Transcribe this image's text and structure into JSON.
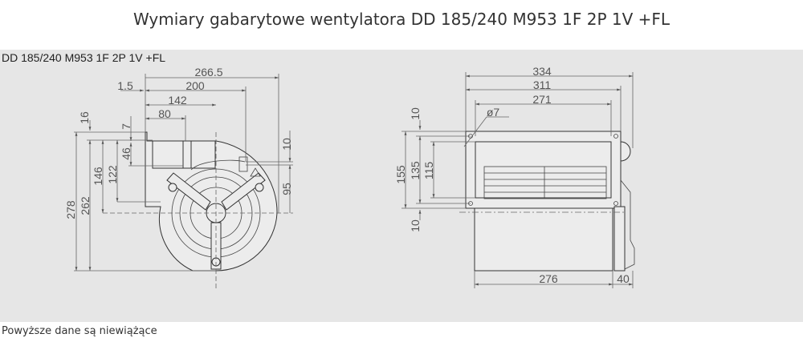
{
  "title": "Wymiary gabarytowe wentylatora DD 185/240 M953 1F 2P 1V +FL",
  "model_label": "DD 185/240 M953 1F 2P 1V +FL",
  "footer": "Powyższe dane są niewiążące",
  "front_view": {
    "horizontal": {
      "overall": "266.5",
      "offset": "1.5",
      "d200": "200",
      "d142": "142",
      "d80": "80"
    },
    "vertical": {
      "d16": "16",
      "d7": "7",
      "d46": "46",
      "d146": "146",
      "d122": "122",
      "d278": "278",
      "d262": "262",
      "d10": "10",
      "d95": "95"
    }
  },
  "side_view": {
    "horizontal": {
      "d334": "334",
      "d311": "311",
      "d271": "271",
      "hole": "ø7",
      "d276": "276",
      "d40": "40"
    },
    "vertical": {
      "d155": "155",
      "d135": "135",
      "d115": "115",
      "d10_top": "10",
      "d10_bottom": "10"
    }
  }
}
